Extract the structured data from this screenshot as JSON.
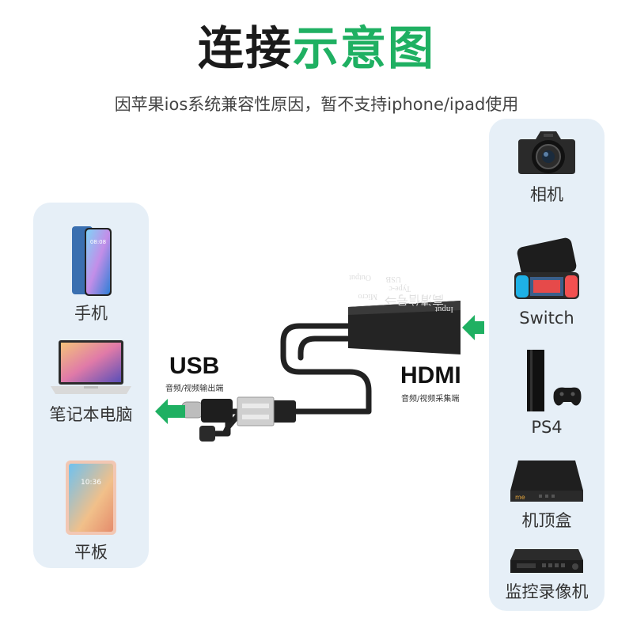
{
  "title": {
    "part1": "连接",
    "part2": "示意图"
  },
  "subtitle": "因苹果ios系统兼容性原因，暂不支持iphone/ipad使用",
  "left_devices": [
    {
      "label": "手机",
      "icon": "smartphone-icon"
    },
    {
      "label": "笔记本电脑",
      "icon": "laptop-icon"
    },
    {
      "label": "平板",
      "icon": "tablet-icon"
    }
  ],
  "right_devices": [
    {
      "label": "相机",
      "icon": "camera-icon"
    },
    {
      "label": "Switch",
      "icon": "game-console-icon"
    },
    {
      "label": "PS4",
      "icon": "ps4-console-icon"
    },
    {
      "label": "机顶盒",
      "icon": "set-top-box-icon"
    },
    {
      "label": "监控录像机",
      "icon": "video-recorder-icon"
    }
  ],
  "usb": {
    "label": "USB",
    "sublabel": "音频/视频输出端"
  },
  "hdmi": {
    "label": "HDMI",
    "sublabel": "音频/视频采集端"
  },
  "adapter": {
    "line1": "Input",
    "line2": "高清信号⇒",
    "line3": "Type-c",
    "line4": "USB",
    "line5": "Micro",
    "line6": "Output"
  },
  "colors": {
    "accent_green": "#1fb062",
    "panel_bg": "#e6eff7",
    "cable": "#222222"
  }
}
